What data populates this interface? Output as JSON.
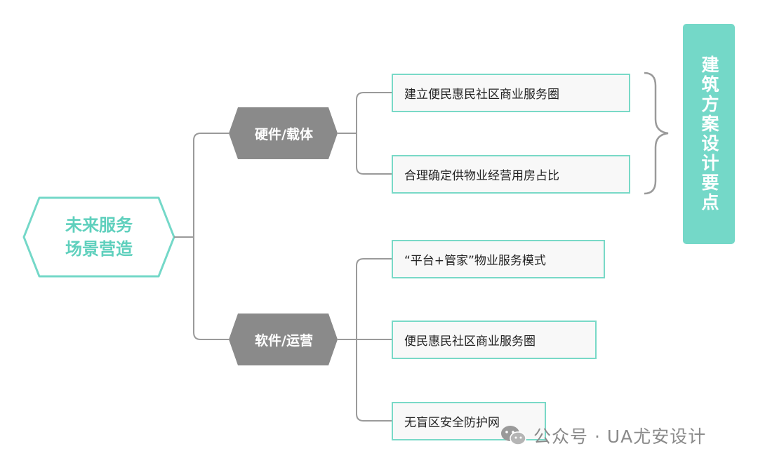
{
  "root": {
    "line1": "未来服务",
    "line2": "场景营造"
  },
  "branches": [
    {
      "label": "硬件/载体",
      "items": [
        "建立便民惠民社区商业服务圈",
        "合理确定供物业经营用房占比"
      ]
    },
    {
      "label": "软件/运营",
      "items": [
        "“平台+管家”物业服务模式",
        "便民惠民社区商业服务圈",
        "无盲区安全防护网"
      ]
    }
  ],
  "side_label": "建筑方案设计要点",
  "watermark": {
    "text": "公众号 · UA尤安设计",
    "icon": "wechat-icon"
  },
  "colors": {
    "accent": "#74d8c8",
    "node_gray": "#8a8a8a",
    "line_gray": "#9a9a9a"
  }
}
